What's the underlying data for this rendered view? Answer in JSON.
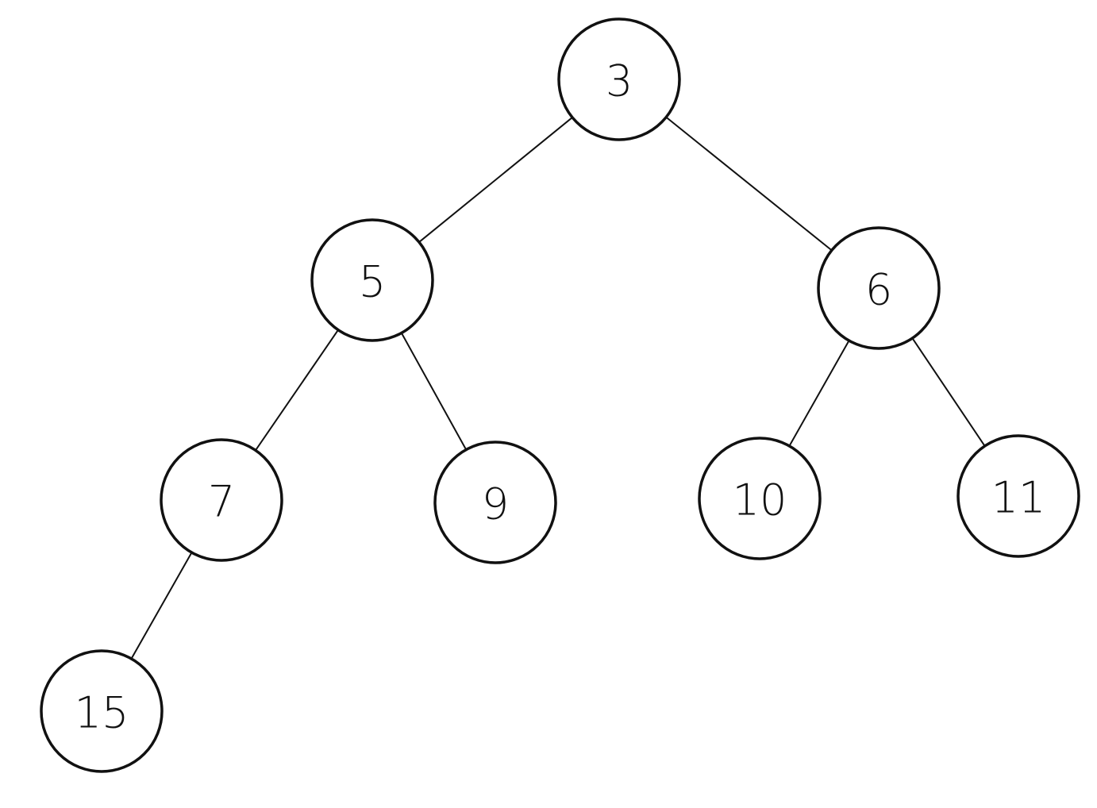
{
  "diagram": {
    "type": "binary-tree",
    "nodes": [
      {
        "id": "n3",
        "label": "3"
      },
      {
        "id": "n5",
        "label": "5"
      },
      {
        "id": "n6",
        "label": "6"
      },
      {
        "id": "n7",
        "label": "7"
      },
      {
        "id": "n9",
        "label": "9"
      },
      {
        "id": "n10",
        "label": "10"
      },
      {
        "id": "n11",
        "label": "11"
      },
      {
        "id": "n15",
        "label": "15"
      }
    ],
    "edges": [
      {
        "from": "n3",
        "to": "n5"
      },
      {
        "from": "n3",
        "to": "n6"
      },
      {
        "from": "n5",
        "to": "n7"
      },
      {
        "from": "n5",
        "to": "n9"
      },
      {
        "from": "n6",
        "to": "n10"
      },
      {
        "from": "n6",
        "to": "n11"
      },
      {
        "from": "n7",
        "to": "n15"
      }
    ]
  }
}
